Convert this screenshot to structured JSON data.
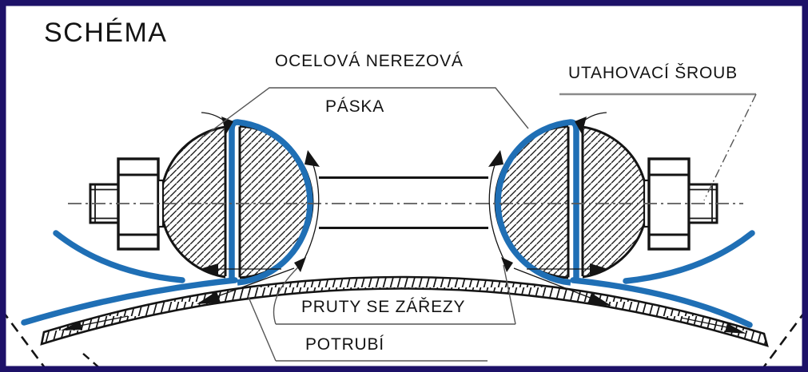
{
  "diagram": {
    "title": "SCHÉMA",
    "labels": {
      "band_line1": "OCELOVÁ NEREZOVÁ",
      "band_line2": "PÁSKA",
      "screw": "UTAHOVACÍ ŠROUB",
      "rods": "PRUTY SE ZÁŘEZY",
      "pipe": "POTRUBÍ"
    },
    "colors": {
      "band_blue": "#1f6fb5",
      "frame_navy": "#1d1168",
      "line_black": "#141414",
      "leader_gray": "#555555"
    }
  }
}
